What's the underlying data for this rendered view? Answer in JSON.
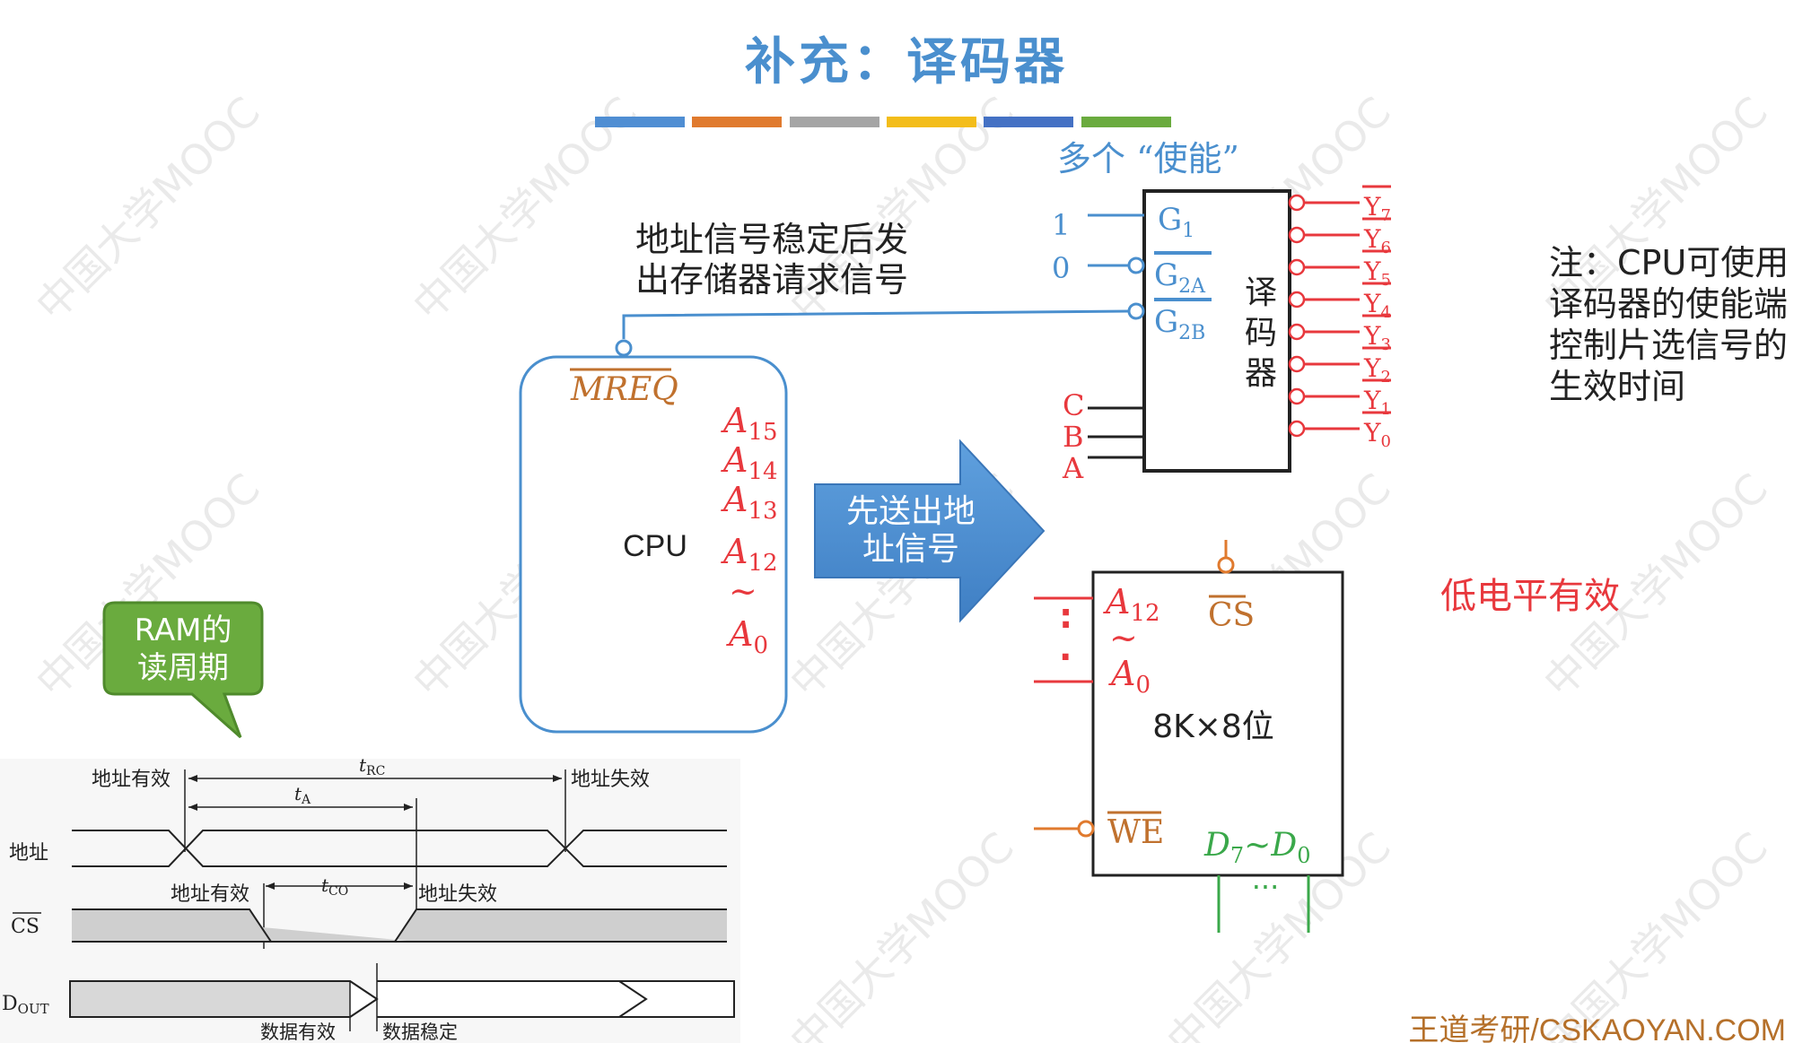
{
  "title": "补充：译码器",
  "title_color": "#4a8fce",
  "color_bar": [
    "#4f8ed3",
    "#e07a2e",
    "#a5a5a5",
    "#f3bd1a",
    "#4471c4",
    "#6aab3e"
  ],
  "watermark": "中国大学MOOC",
  "decoder": {
    "caption": "多个 “使能”",
    "name": [
      "译",
      "码",
      "器"
    ],
    "enable_values": [
      "1",
      "0"
    ],
    "enables": {
      "g1": "G",
      "g1_sub": "1",
      "g2a": "G",
      "g2a_sub": "2A",
      "g2b": "G",
      "g2b_sub": "2B"
    },
    "selects": [
      "C",
      "B",
      "A"
    ],
    "outputs": [
      {
        "y": "Y",
        "sub": "7"
      },
      {
        "y": "Y",
        "sub": "6"
      },
      {
        "y": "Y",
        "sub": "5"
      },
      {
        "y": "Y",
        "sub": "4"
      },
      {
        "y": "Y",
        "sub": "3"
      },
      {
        "y": "Y",
        "sub": "2"
      },
      {
        "y": "Y",
        "sub": "1"
      },
      {
        "y": "Y",
        "sub": "0"
      }
    ]
  },
  "annotation_signal": [
    "地址信号稳定后发",
    "出存储器请求信号"
  ],
  "cpu": {
    "label": "CPU",
    "mreq": "MREQ",
    "pins": [
      {
        "a": "A",
        "sub": "15"
      },
      {
        "a": "A",
        "sub": "14"
      },
      {
        "a": "A",
        "sub": "13"
      },
      {
        "a": "A",
        "sub": "12"
      }
    ],
    "tilde": "~",
    "pin_a0": {
      "a": "A",
      "sub": "0"
    }
  },
  "arrow_text": [
    "先送出地",
    "址信号"
  ],
  "ram": {
    "a12": {
      "a": "A",
      "sub": "12"
    },
    "tilde": "~",
    "a0": {
      "a": "A",
      "sub": "0"
    },
    "cs": "CS",
    "size": "8K×8位",
    "we": "WE",
    "data": {
      "d7": "D",
      "d7_sub": "7",
      "sep": "~",
      "d0": "D",
      "d0_sub": "0"
    },
    "ellipsis": "···"
  },
  "low_active": "低电平有效",
  "note": [
    "注：CPU可使用",
    "译码器的使能端",
    "控制片选信号的",
    "生效时间"
  ],
  "callout": [
    "RAM的",
    "读周期"
  ],
  "timing": {
    "addr_valid": "地址有效",
    "addr_invalid": "地址失效",
    "t_rc": "t",
    "t_rc_sub": "RC",
    "t_a": "t",
    "t_a_sub": "A",
    "t_co": "t",
    "t_co_sub": "CO",
    "addr_valid_2": "地址有效",
    "addr_invalid_2": "地址失效",
    "row_addr": "地址",
    "row_cs": "CS",
    "row_dout": "D",
    "row_dout_sub": "OUT",
    "data_valid": "数据有效",
    "data_stable": "数据稳定"
  },
  "footer": "王道考研/CSKAOYAN.COM"
}
